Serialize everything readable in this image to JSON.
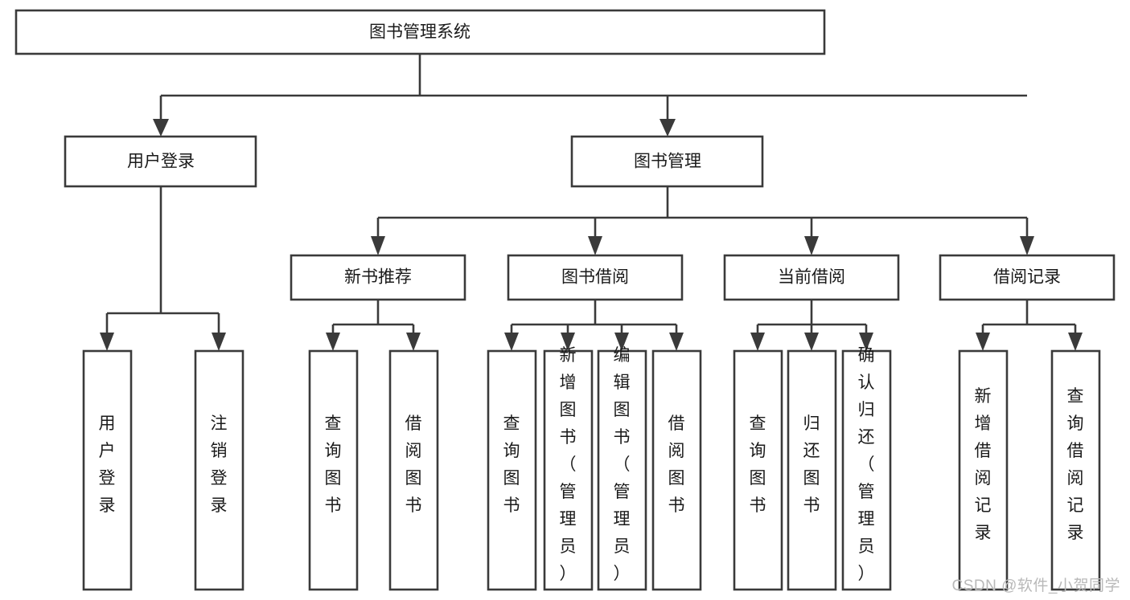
{
  "diagram": {
    "type": "tree",
    "title": "图书管理系统",
    "root": {
      "label": "图书管理系统"
    },
    "level2": [
      {
        "label": "用户登录"
      },
      {
        "label": "图书管理"
      }
    ],
    "level3": [
      {
        "label": "新书推荐"
      },
      {
        "label": "图书借阅"
      },
      {
        "label": "当前借阅"
      },
      {
        "label": "借阅记录"
      }
    ],
    "leaves": {
      "user_login": [
        {
          "label": "用户登录"
        },
        {
          "label": "注销登录"
        }
      ],
      "new_book_recommend": [
        {
          "label": "查询图书"
        },
        {
          "label": "借阅图书"
        }
      ],
      "book_borrow": [
        {
          "label": "查询图书"
        },
        {
          "label": "新增图书（管理员）"
        },
        {
          "label": "编辑图书（管理员）"
        },
        {
          "label": "借阅图书"
        }
      ],
      "current_borrow": [
        {
          "label": "查询图书"
        },
        {
          "label": "归还图书"
        },
        {
          "label": "确认归还（管理员）"
        }
      ],
      "borrow_record": [
        {
          "label": "新增借阅记录"
        },
        {
          "label": "查询借阅记录"
        }
      ]
    }
  },
  "watermark": {
    "text": "CSDN @软件_小贺同学"
  },
  "colors": {
    "box_stroke": "#3a3a3a",
    "box_fill": "#ffffff",
    "text": "#1a1a1a",
    "watermark": "#b9b9b9",
    "background": "#ffffff"
  }
}
